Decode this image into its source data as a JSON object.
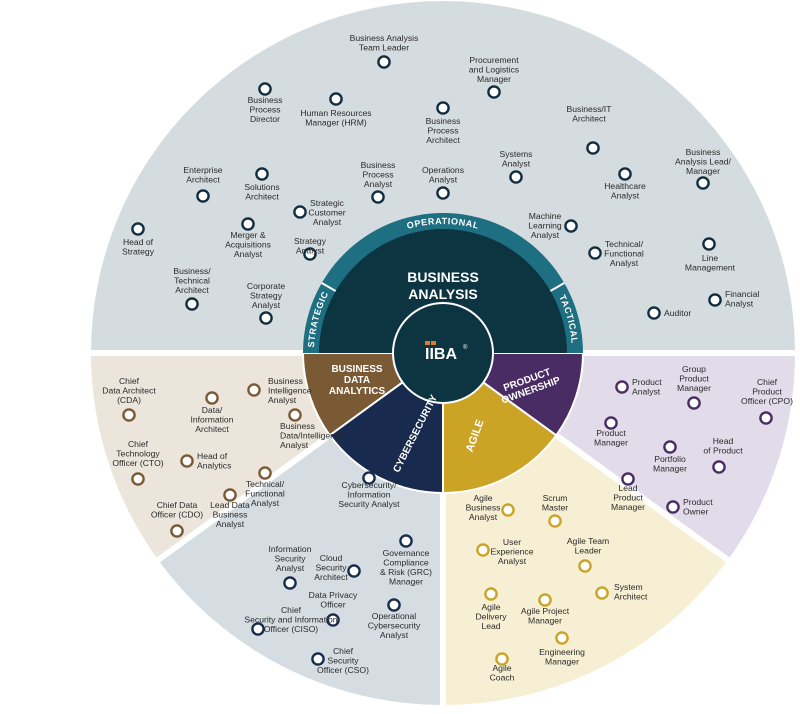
{
  "center": {
    "title_lines": [
      "BUSINESS",
      "ANALYSIS"
    ],
    "logo_text": "IIBA",
    "logo_mark": "®",
    "ring_labels": [
      "STRATEGIC",
      "OPERATIONAL",
      "TACTICAL"
    ]
  },
  "segments": [
    {
      "key": "bda",
      "lines": [
        "BUSINESS",
        "DATA",
        "ANALYTICS"
      ]
    },
    {
      "key": "cyber",
      "lines": [
        "CYBERSECURITY"
      ]
    },
    {
      "key": "agile",
      "lines": [
        "AGILE"
      ]
    },
    {
      "key": "po",
      "lines": [
        "PRODUCT",
        "OWNERSHIP"
      ]
    }
  ],
  "colors": {
    "ba_sector": "#d5dcdf",
    "bda_sector": "#ece5dc",
    "cyber_sector": "#d5dde3",
    "agile_sector": "#f7efd3",
    "po_sector": "#e2dcea",
    "center_dark": "#0d3441",
    "ring_teal": "#1e6f82",
    "bda_color": "#7a5a35",
    "cyber_color": "#182b4f",
    "agile_color": "#cba325",
    "po_color": "#4a2c64",
    "ba_node": "#132d40",
    "iiba_orange": "#e8781f"
  },
  "roles": {
    "ba": [
      {
        "lines": [
          "Business Analysis",
          "Team Leader"
        ]
      },
      {
        "lines": [
          "Procurement",
          "and Logistics",
          "Manager"
        ]
      },
      {
        "lines": [
          "Business",
          "Process",
          "Director"
        ]
      },
      {
        "lines": [
          "Human Resources",
          "Manager (HRM)"
        ]
      },
      {
        "lines": [
          "Business",
          "Process",
          "Architect"
        ]
      },
      {
        "lines": [
          "Business/IT",
          "Architect"
        ]
      },
      {
        "lines": [
          "Enterprise",
          "Architect"
        ]
      },
      {
        "lines": [
          "Solutions",
          "Architect"
        ]
      },
      {
        "lines": [
          "Business",
          "Process",
          "Analyst"
        ]
      },
      {
        "lines": [
          "Operations",
          "Analyst"
        ]
      },
      {
        "lines": [
          "Systems",
          "Analyst"
        ]
      },
      {
        "lines": [
          "Healthcare",
          "Analyst"
        ]
      },
      {
        "lines": [
          "Business",
          "Analysis Lead/",
          "Manager"
        ]
      },
      {
        "lines": [
          "Head of",
          "Strategy"
        ]
      },
      {
        "lines": [
          "Merger &",
          "Acquisitions",
          "Analyst"
        ]
      },
      {
        "lines": [
          "Strategic",
          "Customer",
          "Analyst"
        ]
      },
      {
        "lines": [
          "Strategy",
          "Analyst"
        ]
      },
      {
        "lines": [
          "Machine",
          "Learning",
          "Analyst"
        ]
      },
      {
        "lines": [
          "Technical/",
          "Functional",
          "Analyst"
        ]
      },
      {
        "lines": [
          "Line",
          "Management"
        ]
      },
      {
        "lines": [
          "Business/",
          "Technical",
          "Architect"
        ]
      },
      {
        "lines": [
          "Corporate",
          "Strategy",
          "Analyst"
        ]
      },
      {
        "lines": [
          "Auditor"
        ]
      },
      {
        "lines": [
          "Financial",
          "Analyst"
        ]
      }
    ],
    "bda": [
      {
        "lines": [
          "Chief",
          "Data Architect",
          "(CDA)"
        ]
      },
      {
        "lines": [
          "Data/",
          "Information",
          "Architect"
        ]
      },
      {
        "lines": [
          "Business",
          "Intelligence",
          "Analyst"
        ]
      },
      {
        "lines": [
          "Business",
          "Data/Intelligence",
          "Analyst"
        ]
      },
      {
        "lines": [
          "Chief",
          "Technology",
          "Officer (CTO)"
        ]
      },
      {
        "lines": [
          "Head of",
          "Analytics"
        ]
      },
      {
        "lines": [
          "Technical/",
          "Functional",
          "Analyst"
        ]
      },
      {
        "lines": [
          "Chief Data",
          "Officer (CDO)"
        ]
      },
      {
        "lines": [
          "Lead Data",
          "Business",
          "Analyst"
        ]
      }
    ],
    "cyber": [
      {
        "lines": [
          "Cybersecurity/",
          "Information",
          "Security Analyst"
        ]
      },
      {
        "lines": [
          "Information",
          "Security",
          "Analyst"
        ]
      },
      {
        "lines": [
          "Cloud",
          "Security",
          "Architect"
        ]
      },
      {
        "lines": [
          "Governance",
          "Compliance",
          "& Risk (GRC)",
          "Manager"
        ]
      },
      {
        "lines": [
          "Data Privacy",
          "Officer"
        ]
      },
      {
        "lines": [
          "Chief",
          "Security and Information",
          "Officer (CISO)"
        ]
      },
      {
        "lines": [
          "Operational",
          "Cybersecurity",
          "Analyst"
        ]
      },
      {
        "lines": [
          "Chief",
          "Security",
          "Officer (CSO)"
        ]
      }
    ],
    "agile": [
      {
        "lines": [
          "Agile",
          "Business",
          "Analyst"
        ]
      },
      {
        "lines": [
          "Scrum",
          "Master"
        ]
      },
      {
        "lines": [
          "User",
          "Experience",
          "Analyst"
        ]
      },
      {
        "lines": [
          "Agile Team",
          "Leader"
        ]
      },
      {
        "lines": [
          "System",
          "Architect"
        ]
      },
      {
        "lines": [
          "Agile",
          "Delivery",
          "Lead"
        ]
      },
      {
        "lines": [
          "Agile Project",
          "Manager"
        ]
      },
      {
        "lines": [
          "Engineering",
          "Manager"
        ]
      },
      {
        "lines": [
          "Agile",
          "Coach"
        ]
      }
    ],
    "po": [
      {
        "lines": [
          "Product",
          "Analyst"
        ]
      },
      {
        "lines": [
          "Group",
          "Product",
          "Manager"
        ]
      },
      {
        "lines": [
          "Chief",
          "Product",
          "Officer (CPO)"
        ]
      },
      {
        "lines": [
          "Product",
          "Manager"
        ]
      },
      {
        "lines": [
          "Portfolio",
          "Manager"
        ]
      },
      {
        "lines": [
          "Head",
          "of Product"
        ]
      },
      {
        "lines": [
          "Lead",
          "Product",
          "Manager"
        ]
      },
      {
        "lines": [
          "Product",
          "Owner"
        ]
      }
    ]
  }
}
